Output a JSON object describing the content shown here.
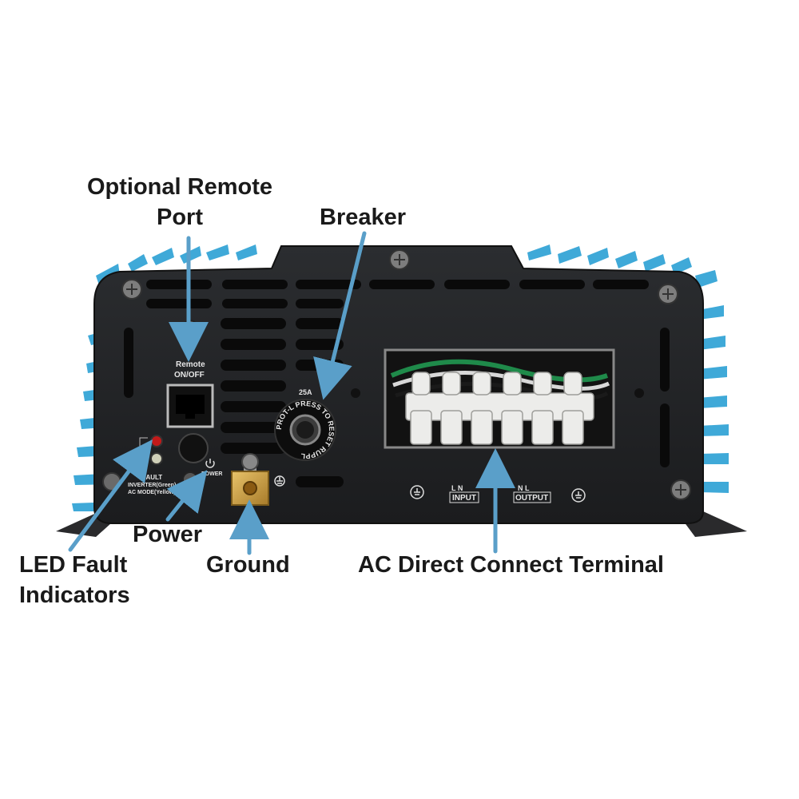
{
  "callouts": {
    "remote_port": [
      "Optional Remote",
      "Port"
    ],
    "breaker": "Breaker",
    "power": "Power",
    "ground": "Ground",
    "led_fault": [
      "LED Fault",
      "Indicators"
    ],
    "ac_terminal": "AC Direct Connect Terminal"
  },
  "panel_labels": {
    "remote": [
      "Remote",
      "ON/OFF"
    ],
    "breaker_rating": "25A",
    "breaker_ring": "PROT-L PRESS TO RESET RUPPL",
    "fault": "FAULT",
    "inverter": "INVERTER(Green)",
    "ac_mode": "AC MODE(Yellow)",
    "power": "POWER",
    "input": "INPUT",
    "input_ln": "L   N",
    "output": "OUTPUT",
    "output_nl": "N   L"
  },
  "colors": {
    "arrow": "#5a9fc9",
    "panel": "#222426",
    "fins": "#3fa9d8"
  }
}
